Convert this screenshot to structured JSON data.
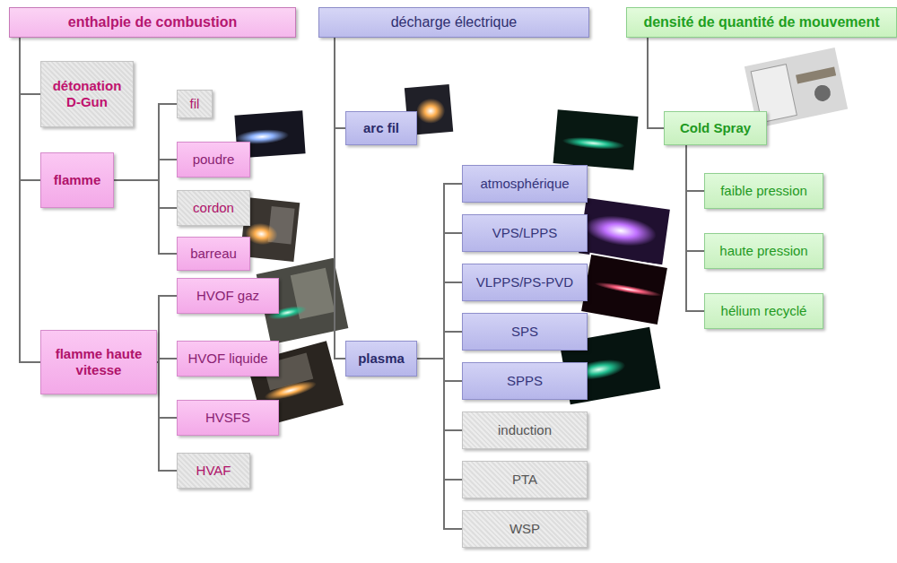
{
  "diagram": {
    "nodes": [
      {
        "text": [
          "enthalpie de combustion"
        ]
      },
      {
        "text": [
          "détonation D-Gun"
        ]
      },
      {
        "text": [
          "flamme"
        ]
      },
      {
        "text": [
          "fil"
        ]
      },
      {
        "text": [
          "poudre"
        ]
      },
      {
        "text": [
          "cordon"
        ]
      },
      {
        "text": [
          "barreau"
        ]
      },
      {
        "text": [
          "flamme haute vitesse"
        ]
      },
      {
        "text": [
          "HVOF gaz"
        ]
      },
      {
        "text": [
          "HVOF liquide"
        ]
      },
      {
        "text": [
          "HVSFS"
        ]
      },
      {
        "text": [
          "HVAF"
        ]
      },
      {
        "text": [
          "décharge électrique"
        ]
      },
      {
        "text": [
          "arc fil"
        ]
      },
      {
        "text": [
          "plasma"
        ]
      },
      {
        "text": [
          "atmosphérique"
        ]
      },
      {
        "text": [
          "VPS/LPPS"
        ]
      },
      {
        "text": [
          "VLPPS/PS-PVD"
        ]
      },
      {
        "text": [
          "SPS"
        ]
      },
      {
        "text": [
          "SPPS"
        ]
      },
      {
        "text": [
          "induction"
        ]
      },
      {
        "text": [
          "PTA"
        ]
      },
      {
        "text": [
          "WSP"
        ]
      },
      {
        "text": [
          "densité de quantité de mouvement"
        ]
      },
      {
        "text": [
          "Cold Spray"
        ]
      },
      {
        "text": [
          "faible pression"
        ]
      },
      {
        "text": [
          "haute pression"
        ]
      },
      {
        "text": [
          "hélium recyclé"
        ]
      }
    ],
    "edges": [
      {
        "from": 0,
        "to": 1,
        "arrow": "none"
      },
      {
        "from": 0,
        "to": 2,
        "arrow": "none"
      },
      {
        "from": 0,
        "to": 7,
        "arrow": "none"
      },
      {
        "from": 2,
        "to": 3,
        "arrow": "none"
      },
      {
        "from": 2,
        "to": 4,
        "arrow": "none"
      },
      {
        "from": 2,
        "to": 5,
        "arrow": "none"
      },
      {
        "from": 2,
        "to": 6,
        "arrow": "none"
      },
      {
        "from": 7,
        "to": 8,
        "arrow": "none"
      },
      {
        "from": 7,
        "to": 9,
        "arrow": "none"
      },
      {
        "from": 7,
        "to": 10,
        "arrow": "none"
      },
      {
        "from": 7,
        "to": 11,
        "arrow": "none"
      },
      {
        "from": 12,
        "to": 13,
        "arrow": "none"
      },
      {
        "from": 12,
        "to": 14,
        "arrow": "none"
      },
      {
        "from": 14,
        "to": 15,
        "arrow": "none"
      },
      {
        "from": 14,
        "to": 16,
        "arrow": "none"
      },
      {
        "from": 14,
        "to": 17,
        "arrow": "none"
      },
      {
        "from": 14,
        "to": 18,
        "arrow": "none"
      },
      {
        "from": 14,
        "to": 19,
        "arrow": "none"
      },
      {
        "from": 14,
        "to": 20,
        "arrow": "none"
      },
      {
        "from": 14,
        "to": 21,
        "arrow": "none"
      },
      {
        "from": 14,
        "to": 22,
        "arrow": "none"
      },
      {
        "from": 23,
        "to": 24,
        "arrow": "none"
      },
      {
        "from": 24,
        "to": 25,
        "arrow": "none"
      },
      {
        "from": 24,
        "to": 26,
        "arrow": "none"
      },
      {
        "from": 24,
        "to": 27,
        "arrow": "none"
      }
    ]
  }
}
